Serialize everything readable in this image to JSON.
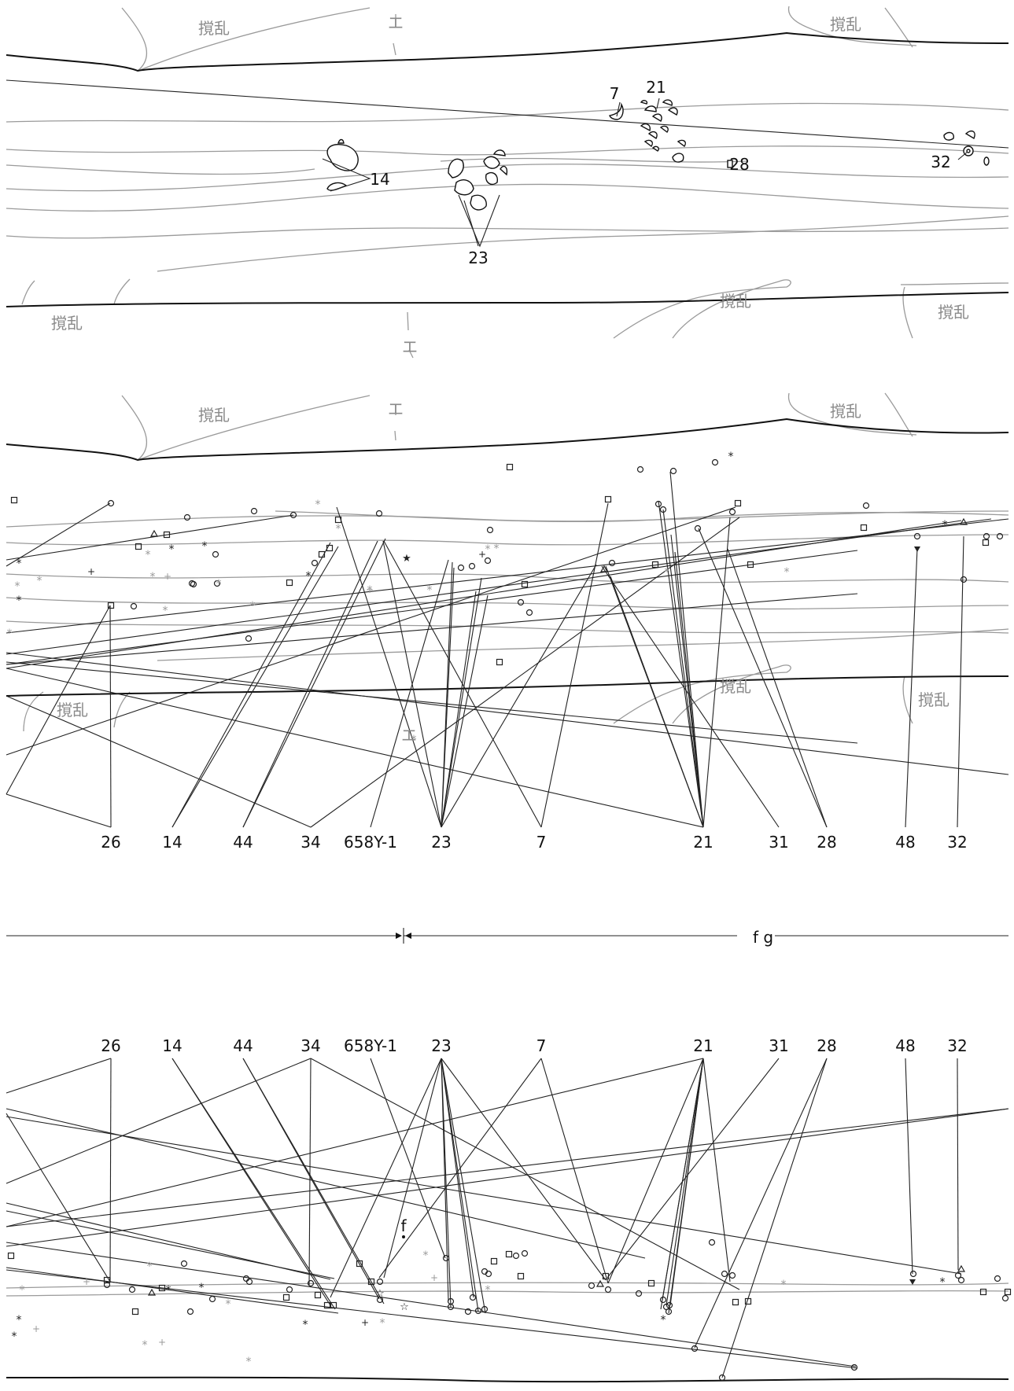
{
  "disturbance_label": "撹乱",
  "feature_label": "エ",
  "section_label": "f g",
  "section_label_f": "f",
  "plan_labels": [
    "7",
    "21",
    "14",
    "23",
    "28",
    "32"
  ],
  "section_labels": [
    "26",
    "14",
    "44",
    "34",
    "658Y-1",
    "23",
    "7",
    "21",
    "31",
    "28",
    "48",
    "32"
  ]
}
